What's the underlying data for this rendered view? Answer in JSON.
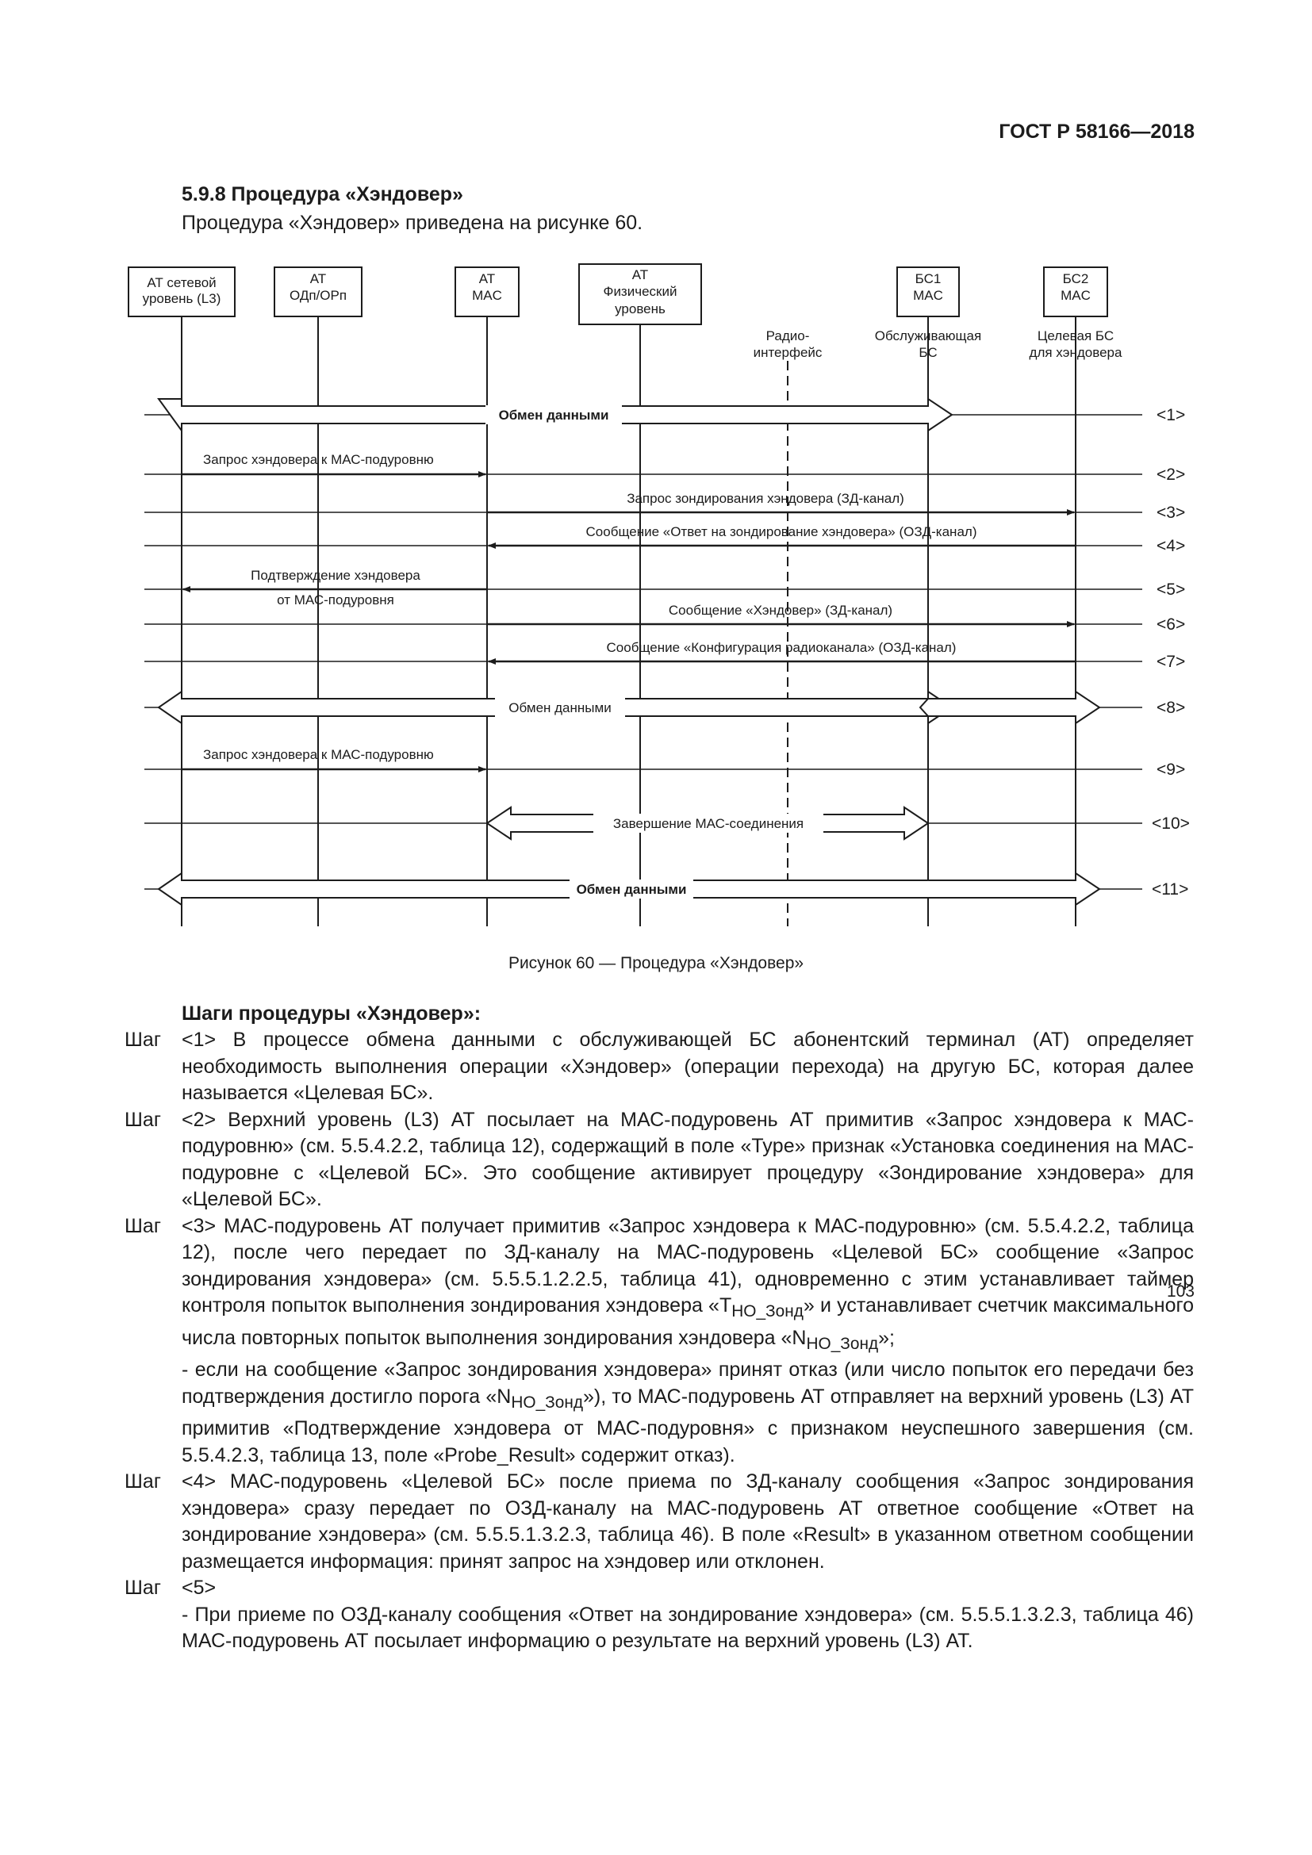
{
  "header": {
    "standard_code": "ГОСТ Р 58166—2018"
  },
  "section": {
    "title": "5.9.8 Процедура «Хэндовер»",
    "intro": "Процедура «Хэндовер» приведена на рисунке 60."
  },
  "diagram": {
    "entities": [
      {
        "lines": [
          "АТ сетевой",
          "уровень (L3)"
        ]
      },
      {
        "lines": [
          "АТ",
          "ОДп/ОРп"
        ]
      },
      {
        "lines": [
          "АТ",
          "MAC"
        ]
      },
      {
        "lines": [
          "АТ",
          "Физический",
          "уровень"
        ]
      },
      {
        "lines": [
          "БС1",
          "MAC"
        ]
      },
      {
        "lines": [
          "БС2",
          "MAC"
        ]
      }
    ],
    "radio_label": [
      "Радио-",
      "интерфейс"
    ],
    "serving_bs_label": [
      "Обслуживающая",
      "БС"
    ],
    "target_bs_label": [
      "Целевая БС",
      "для хэндовера"
    ],
    "messages": [
      {
        "label": "Обмен данными",
        "step": "<1>"
      },
      {
        "label": "Запрос хэндовера к МАС-подуровню",
        "step": "<2>"
      },
      {
        "label": "Запрос зондирования хэндовера (ЗД-канал)",
        "step": "<3>"
      },
      {
        "label": "Сообщение «Ответ на зондирование хэндовера» (ОЗД-канал)",
        "step": "<4>"
      },
      {
        "label": "Подтверждение хэндовера",
        "label2": "от МАС-подуровня",
        "step": "<5>"
      },
      {
        "label": "Сообщение «Хэндовер» (ЗД-канал)",
        "step": "<6>"
      },
      {
        "label": "Сообщение «Конфигурация радиоканала» (ОЗД-канал)",
        "step": "<7>"
      },
      {
        "label": "Обмен данными",
        "step": "<8>"
      },
      {
        "label": "Запрос хэндовера к МАС-подуровню",
        "step": "<9>"
      },
      {
        "label": "Завершение МАС-соединения",
        "step": "<10>"
      },
      {
        "label": "Обмен данными",
        "step": "<11>"
      }
    ]
  },
  "figure_caption": "Рисунок 60 — Процедура «Хэндовер»",
  "steps_heading": "Шаги процедуры «Хэндовер»:",
  "steps": [
    {
      "label": "Шаг",
      "text": "<1> В процессе обмена данными с обслуживающей БС абонентский терминал (АТ) определяет необходимость выполнения операции «Хэндовер» (операции перехода) на другую БС, которая далее называется «Целевая БС»."
    },
    {
      "label": "Шаг",
      "text": "<2> Верхний уровень (L3) АТ посылает на МАС-подуровень АТ примитив «Запрос хэндовера к МАС-подуровню» (см. 5.5.4.2.2, таблица 12), содержащий в поле «Type» признак «Установка соединения на МАС-подуровне с «Целевой БС». Это сообщение активирует процедуру «Зондирование хэндовера» для «Целевой БС»."
    },
    {
      "label": "Шаг",
      "text_a": "<3> МАС-подуровень АТ получает примитив «Запрос хэндовера к МАС-подуровню» (см. 5.5.4.2.2, таблица 12), после чего передает по ЗД-каналу на МАС-подуровень «Целевой БС» сообщение «Запрос зондирования хэндовера» (см. 5.5.5.1.2.2.5, таблица 41), одновременно с этим устанавливает таймер контроля попыток выполнения зондирования хэндовера «T",
      "sub_a": "HO_Зонд",
      "text_b": "» и устанавливает счетчик максимального числа повторных попыток выполнения зондирования хэндовера «N",
      "sub_b": "HO_Зонд",
      "text_c": "»;"
    },
    {
      "label": "",
      "sub_text_a": "- если на сообщение «Запрос зондирования хэндовера» принят отказ (или число попыток его передачи без подтверждения достигло порога «N",
      "sub_sub": "HO_Зонд",
      "sub_text_b": "»), то МАС-подуровень АТ отправляет на верхний уровень (L3) АТ примитив «Подтверждение хэндовера от МАС-подуровня» с признаком неуспешного завершения (см. 5.5.4.2.3, таблица 13, поле «Probe_Result» содержит отказ)."
    },
    {
      "label": "Шаг",
      "text": "<4> МАС-подуровень «Целевой БС» после приема по ЗД-каналу сообщения «Запрос зондирования хэндовера» сразу передает по ОЗД-каналу на МАС-подуровень АТ ответное сообщение «Ответ на зондирование хэндовера» (см. 5.5.5.1.3.2.3, таблица 46). В поле «Result» в указанном ответном сообщении размещается информация: принят запрос на хэндовер или отклонен."
    },
    {
      "label": "Шаг",
      "text": "<5>"
    },
    {
      "label": "",
      "text": "- При приеме по ОЗД-каналу сообщения «Ответ на зондирование хэндовера» (см. 5.5.5.1.3.2.3, таблица 46) МАС-подуровень АТ посылает информацию о результате на верхний уровень (L3) АТ."
    }
  ],
  "page_number": "103"
}
